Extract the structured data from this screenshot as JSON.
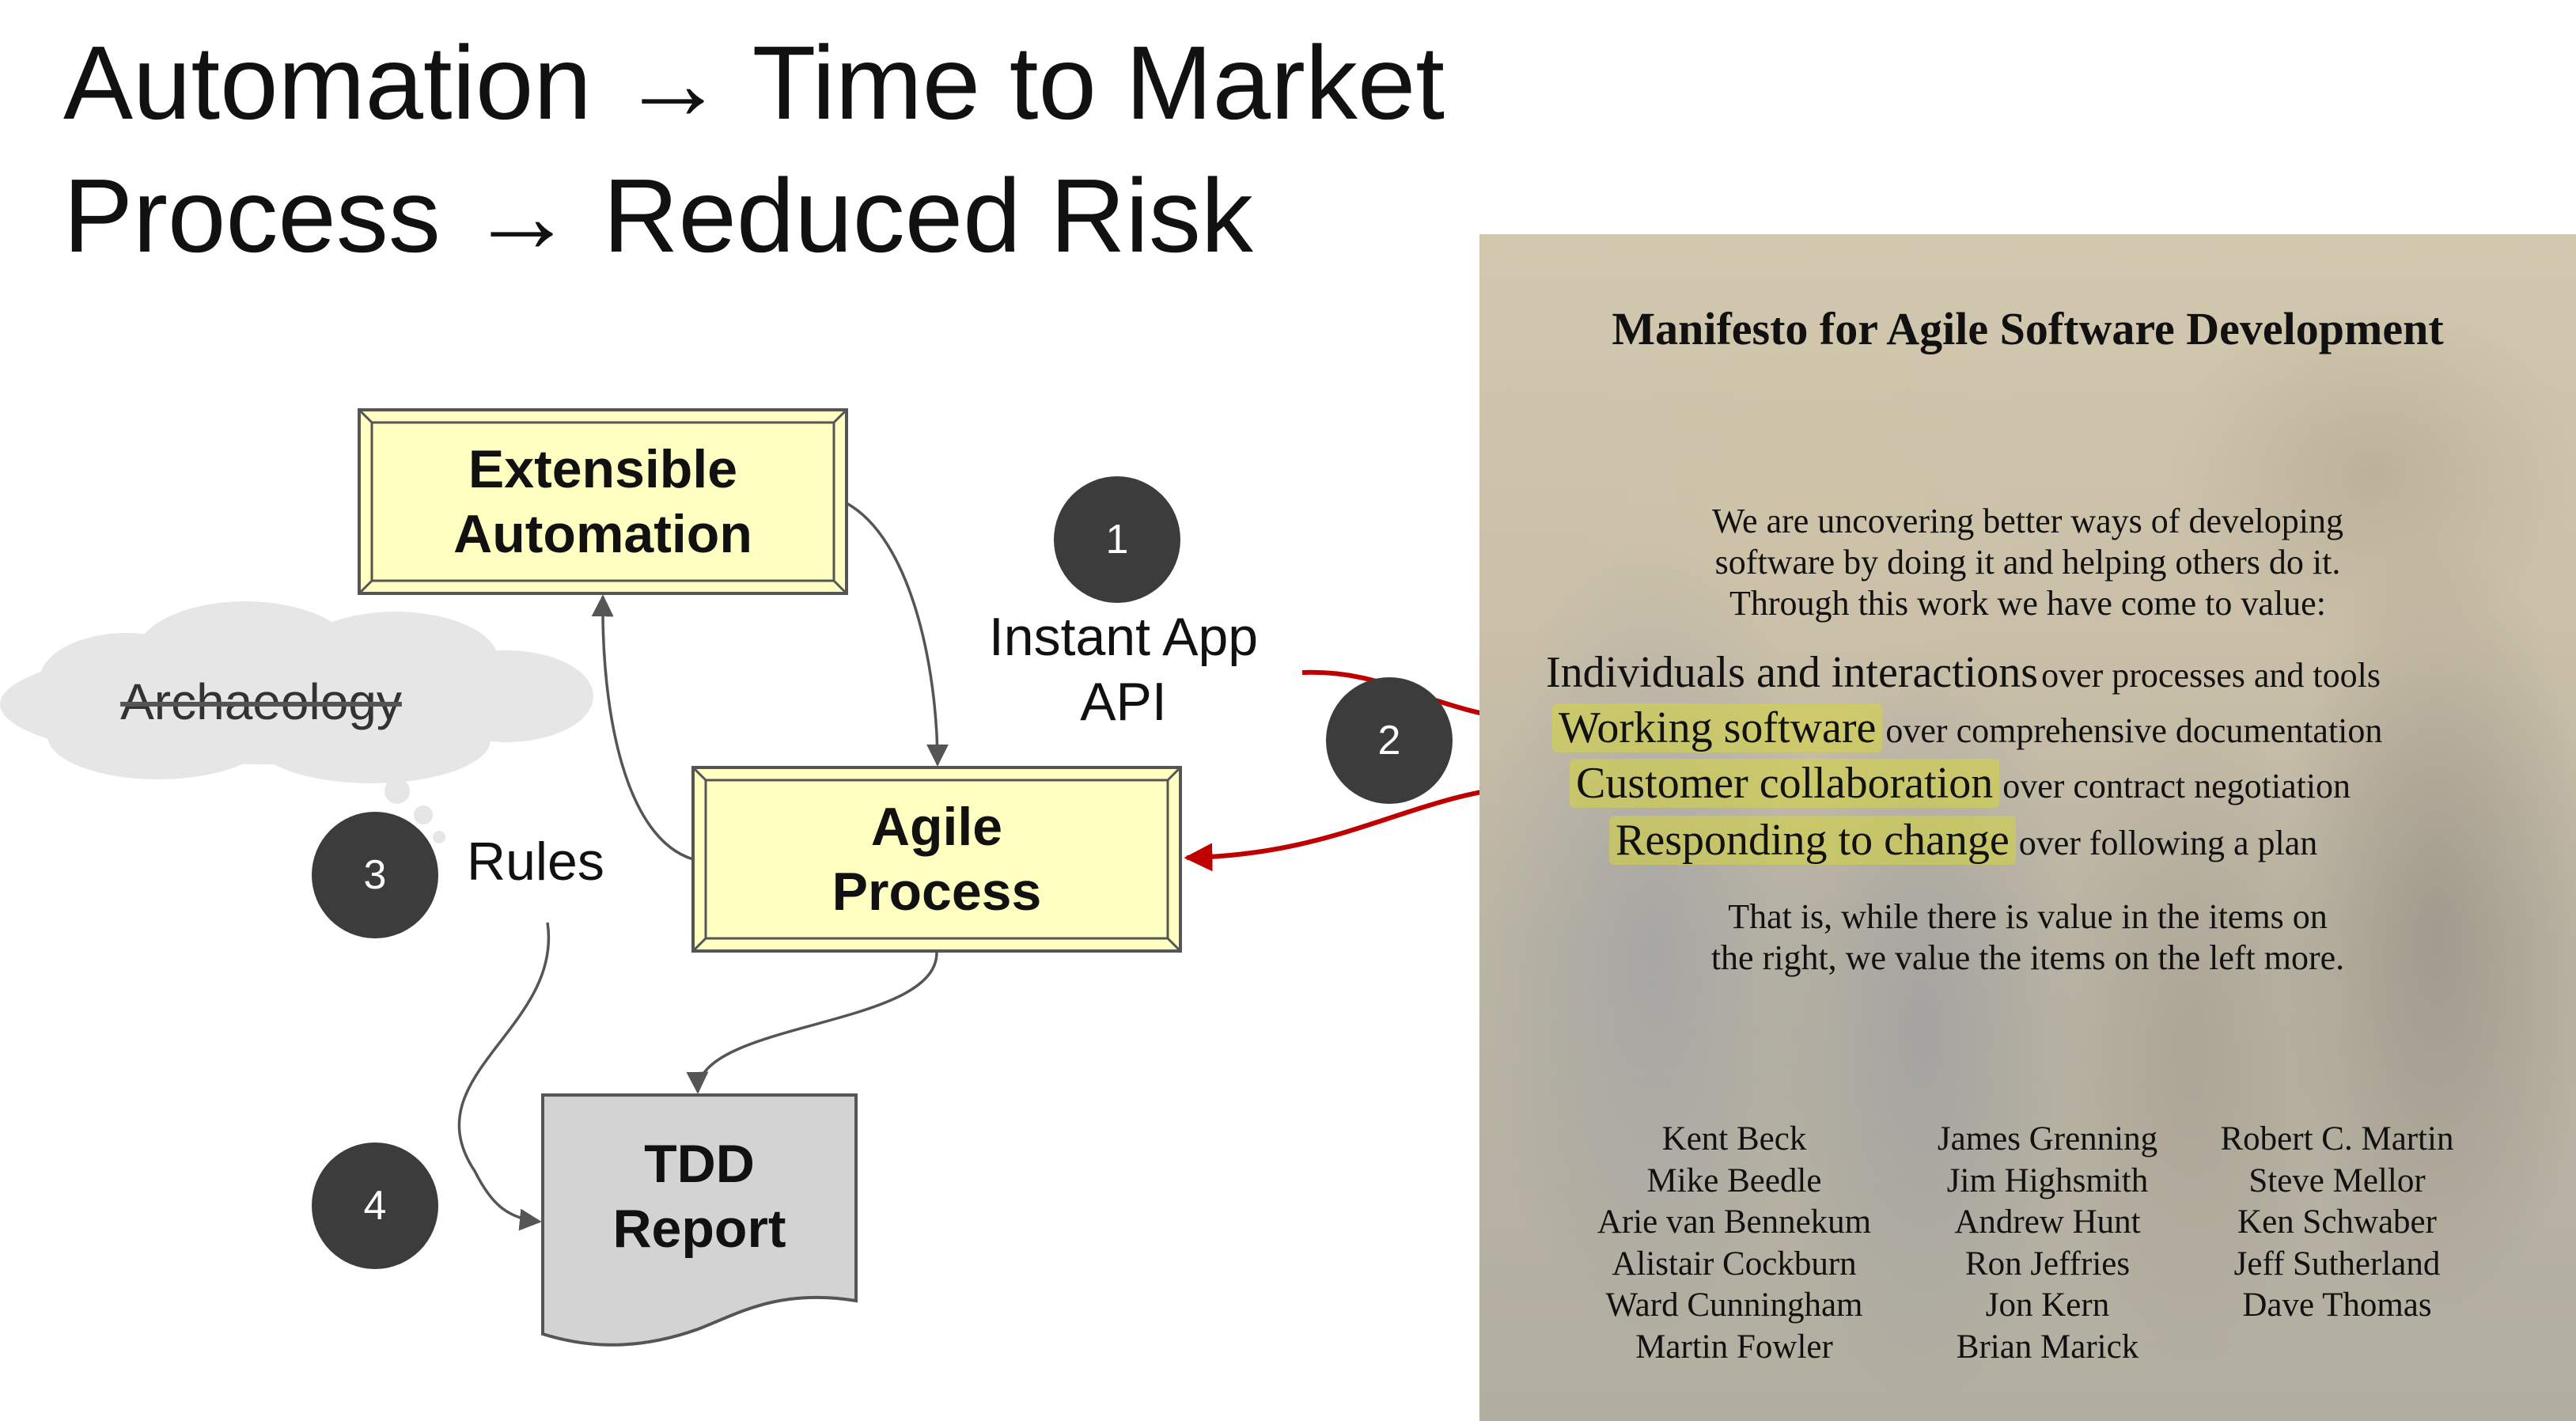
{
  "title": {
    "line1": "Automation → Time to Market",
    "line2": "Process → Reduced Risk"
  },
  "diagram": {
    "extensible_automation": [
      "Extensible",
      "Automation"
    ],
    "agile_process": [
      "Agile",
      "Process"
    ],
    "tdd_report": [
      "TDD",
      "Report"
    ],
    "archaeology": "Archaeology",
    "instant_app_api": [
      "Instant App",
      "API"
    ],
    "rules": "Rules",
    "badges": [
      "1",
      "2",
      "3",
      "4"
    ],
    "colors": {
      "box_fill": "#ffffc2",
      "doc_fill": "#d3d3d3",
      "badge": "#3c3c3c",
      "red_arrow": "#c00000",
      "connector": "#555555"
    }
  },
  "manifesto": {
    "title": "Manifesto for Agile Software Development",
    "intro": [
      "We are uncovering better ways of developing",
      "software by doing it and helping others do it.",
      "Through this work we have come to value:"
    ],
    "values": [
      {
        "left": "Individuals and interactions",
        "right": "over processes and tools",
        "highlight": false
      },
      {
        "left": "Working software",
        "right": "over comprehensive documentation",
        "highlight": true
      },
      {
        "left": "Customer collaboration",
        "right": "over contract negotiation",
        "highlight": true
      },
      {
        "left": "Responding to change",
        "right": "over following a plan",
        "highlight": true
      }
    ],
    "closing": [
      "That is, while there is value in the items on",
      "the right, we value the items on the left more."
    ],
    "signatories": [
      [
        "Kent Beck",
        "Mike Beedle",
        "Arie van Bennekum",
        "Alistair Cockburn",
        "Ward Cunningham",
        "Martin Fowler"
      ],
      [
        "James Grenning",
        "Jim Highsmith",
        "Andrew Hunt",
        "Ron Jeffries",
        "Jon Kern",
        "Brian Marick"
      ],
      [
        "Robert C. Martin",
        "Steve Mellor",
        "Ken Schwaber",
        "Jeff Sutherland",
        "Dave Thomas"
      ]
    ]
  }
}
